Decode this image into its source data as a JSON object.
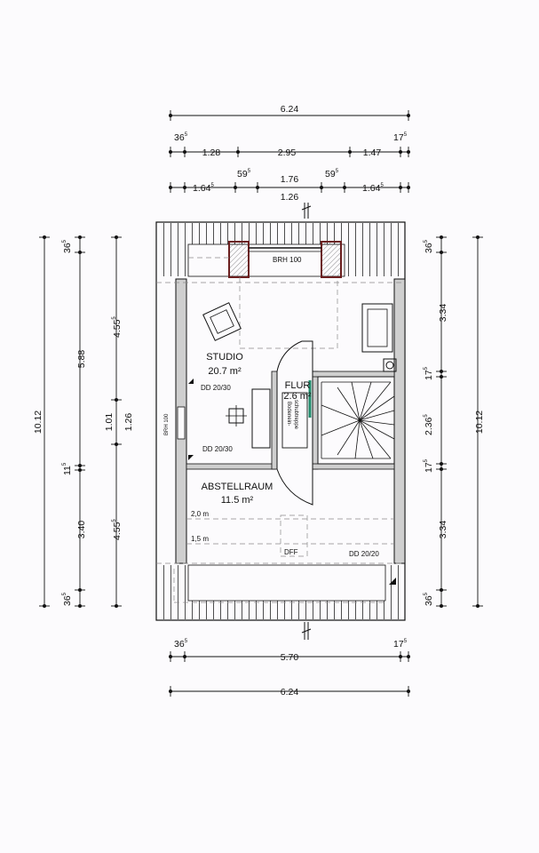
{
  "dimensions": {
    "top_total": "6.24",
    "top_seg_left_sup": "36",
    "top_seg_left_sup_exp": "5",
    "top_seg_right_sup": "17",
    "top_seg_right_sup_exp": "5",
    "top_row2": [
      "1.28",
      "2.95",
      "1.47"
    ],
    "top_row3_sup_left": "59",
    "top_row3_sup_right": "59",
    "top_row3_sup_exp": "5",
    "top_row3_center": "1.76",
    "top_row3_left": "1.64",
    "top_row3_right": "1.64",
    "top_row3_exp": "5",
    "top_opening": "1.26",
    "bottom_left_sup": "36",
    "bottom_left_sup_exp": "5",
    "bottom_right_sup": "17",
    "bottom_right_sup_exp": "5",
    "bottom_inner": "5.70",
    "bottom_total": "6.24",
    "left_total": "10.12",
    "left_top_sup": "36",
    "left_top_sup_exp": "5",
    "left_seg_top": "5.88",
    "left_seg_mid": "11",
    "left_seg_mid_exp": "5",
    "left_seg_bottom": "3.40",
    "left_bottom_sup": "36",
    "left_bottom_sup_exp": "5",
    "left2_top": "4.55",
    "left2_top_exp": "5",
    "left2_mid_a": "1.01",
    "left2_mid_b": "1.26",
    "left2_bottom": "4.55",
    "left2_bottom_exp": "5",
    "right_total": "10.12",
    "right_top_sup": "36",
    "right_top_sup_exp": "5",
    "right_seg_top": "3.34",
    "right_seg_a": "17",
    "right_seg_a_exp": "5",
    "right_seg_mid": "2.36",
    "right_seg_mid_exp": "5",
    "right_seg_b": "17",
    "right_seg_b_exp": "5",
    "right_seg_bottom": "3.34",
    "right_bottom_sup": "36",
    "right_bottom_sup_exp": "5"
  },
  "rooms": {
    "studio_name": "STUDIO",
    "studio_area": "20.7 m²",
    "flur_name": "FLUR",
    "flur_area": "2.6 m²",
    "abstell_name": "ABSTELLRAUM",
    "abstell_area": "11.5 m²"
  },
  "annotations": {
    "brh_top": "BRH 100",
    "brh_left": "BRH 100",
    "dd_1": "DD 20/30",
    "dd_2": "DD 20/30",
    "dd_3": "DD 20/20",
    "height_20": "2,0 m",
    "height_15": "1,5 m",
    "dff": "DFF",
    "stair_label_1": "Bodenein-",
    "stair_label_2": "schubtreppe"
  },
  "colors": {
    "line": "#1a1a1a",
    "wall_fill": "#d9d9d9",
    "insulation": "#8a2b2b",
    "accent_green": "#1f8a6a",
    "dashed": "#888888"
  }
}
